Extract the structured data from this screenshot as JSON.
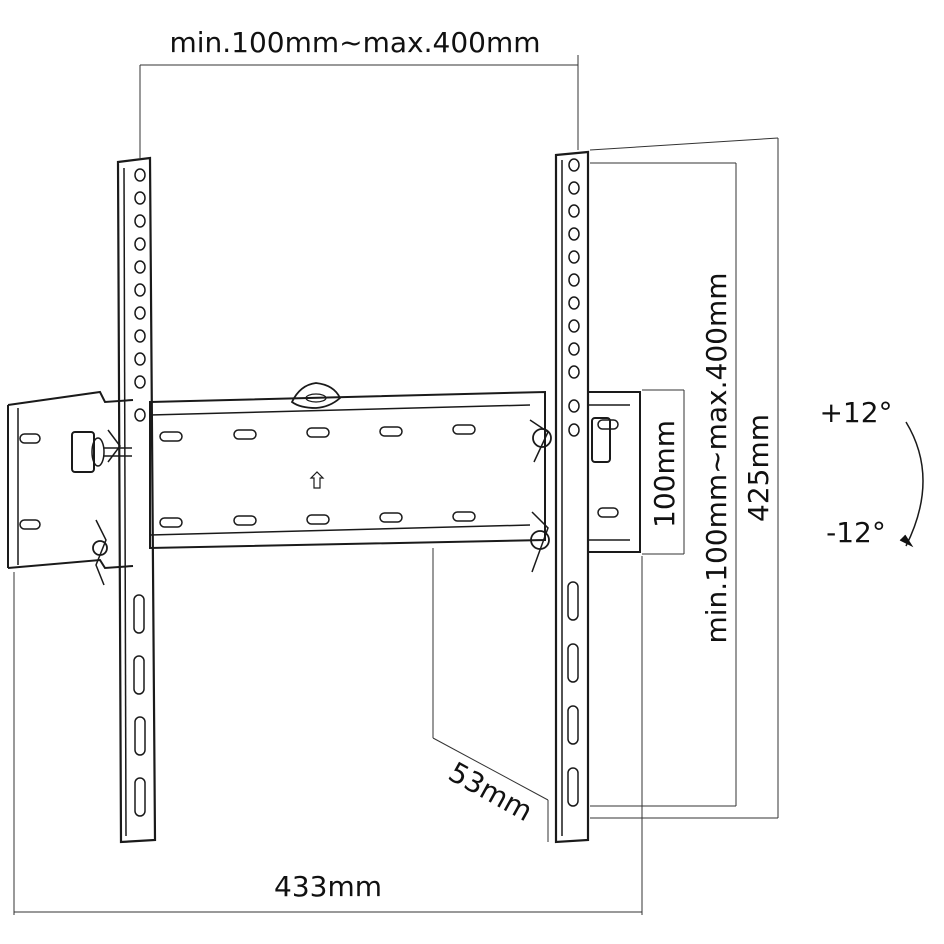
{
  "dimensions": {
    "vesa_width": "min.100mm~max.400mm",
    "vesa_height": "min.100mm~max.400mm",
    "wall_plate_height": "100mm",
    "arm_height": "425mm",
    "depth": "53mm",
    "total_width": "433mm"
  },
  "tilt": {
    "up": "+12°",
    "down": "-12°"
  }
}
